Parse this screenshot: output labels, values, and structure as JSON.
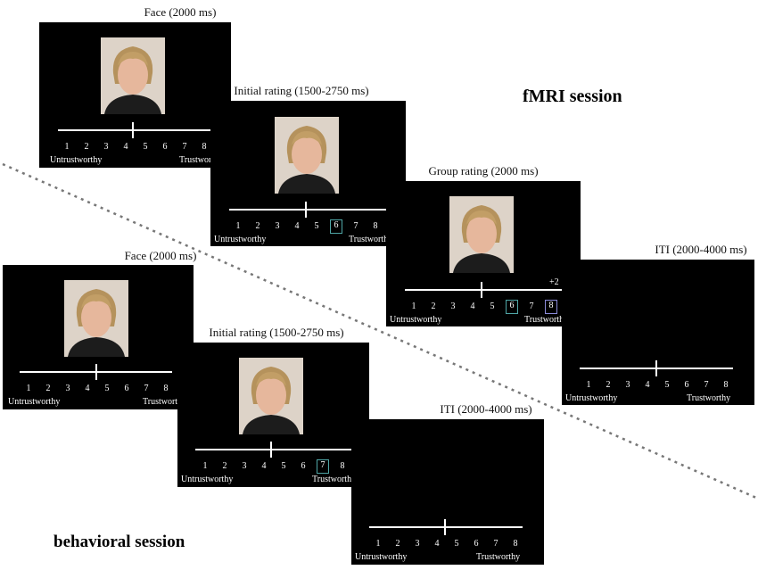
{
  "labels": {
    "fmri_session": "fMRI session",
    "behavioral_session": "behavioral session"
  },
  "scale": {
    "numbers": [
      "1",
      "2",
      "3",
      "4",
      "5",
      "6",
      "7",
      "8"
    ],
    "low_anchor": "Untrustworthy",
    "high_anchor": "Trustworthy"
  },
  "fmri": {
    "face": {
      "caption": "Face (2000 ms)",
      "cursor_value": 4.5
    },
    "initial_rating": {
      "caption": "Initial rating  (1500-2750 ms)",
      "cursor_value": 4.5,
      "selected": "6"
    },
    "group_rating": {
      "caption": "Group rating  (2000 ms)",
      "cursor_value": 4.5,
      "selected": "6",
      "group": "8",
      "delta": "+2"
    },
    "iti": {
      "caption": "ITI (2000-4000 ms)",
      "cursor_value": 4.5
    }
  },
  "behavioral": {
    "face": {
      "caption": "Face (2000 ms)",
      "cursor_value": 4.5
    },
    "initial_rating": {
      "caption": "Initial rating  (1500-2750 ms)",
      "cursor_value": 4.5,
      "selected": "7"
    },
    "iti": {
      "caption": "ITI (2000-4000 ms)",
      "cursor_value": 4.5
    }
  },
  "colors": {
    "own_rating_box": "#4fa6a6",
    "group_rating_box": "#8b8bd9",
    "divider": "#777777"
  }
}
